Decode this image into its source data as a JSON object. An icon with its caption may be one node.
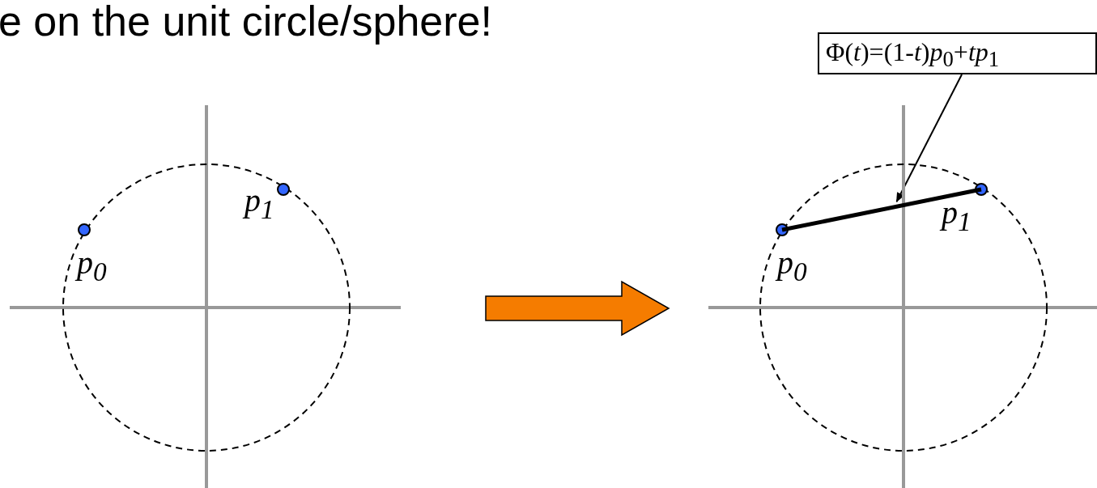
{
  "diagram": {
    "title": "e on the unit circle/sphere!",
    "nodes": [
      {
        "text": [],
        "shape": "circle"
      },
      {
        "text": [],
        "shape": "circle"
      },
      {
        "text": [
          "Φ(*t*)=(1-*t*)*p*$_{0}$+*tp*$_{1}$"
        ]
      },
      {
        "text": [],
        "shape": "line",
        "in": 1
      }
    ],
    "edges": [
      {
        "from": 0,
        "to": 1,
        "arrow": "to",
        "style": "thick",
        "color": "#f57c00"
      },
      {
        "from": 2,
        "to": 3,
        "arrow": "to"
      }
    ],
    "labels": [
      "p$_{1}$",
      "p$_{0}$",
      "p$_{1}$",
      "p$_{0}$"
    ]
  }
}
